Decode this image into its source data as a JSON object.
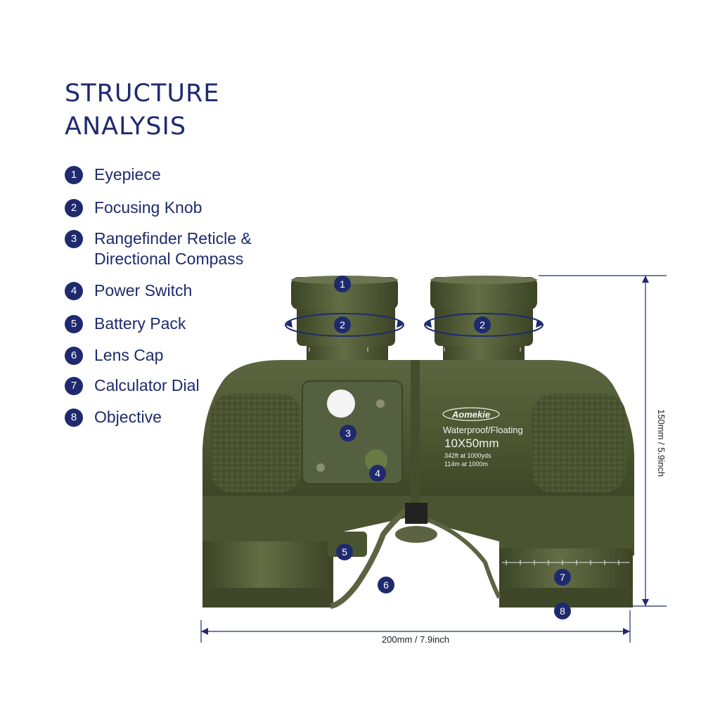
{
  "title": [
    "STRUCTURE",
    "ANALYSIS"
  ],
  "parts": [
    {
      "num": "1",
      "label": "Eyepiece"
    },
    {
      "num": "2",
      "label": "Focusing Knob"
    },
    {
      "num": "3",
      "label": "Rangefinder Reticle &\nDirectional Compass"
    },
    {
      "num": "4",
      "label": "Power Switch"
    },
    {
      "num": "5",
      "label": "Battery Pack"
    },
    {
      "num": "6",
      "label": "Lens Cap"
    },
    {
      "num": "7",
      "label": "Calculator Dial"
    },
    {
      "num": "8",
      "label": "Objective"
    }
  ],
  "product": {
    "brand": "Aomekie",
    "line1": "Waterproof/Floating",
    "model": "10X50mm",
    "spec1": "342ft at 1000yds",
    "spec2": "114m at 1000m"
  },
  "dimensions": {
    "width": "200mm / 7.9inch",
    "height": "150mm / 5.9inch"
  },
  "colors": {
    "accent": "#1f2a6e",
    "body": "#4f5a33"
  }
}
